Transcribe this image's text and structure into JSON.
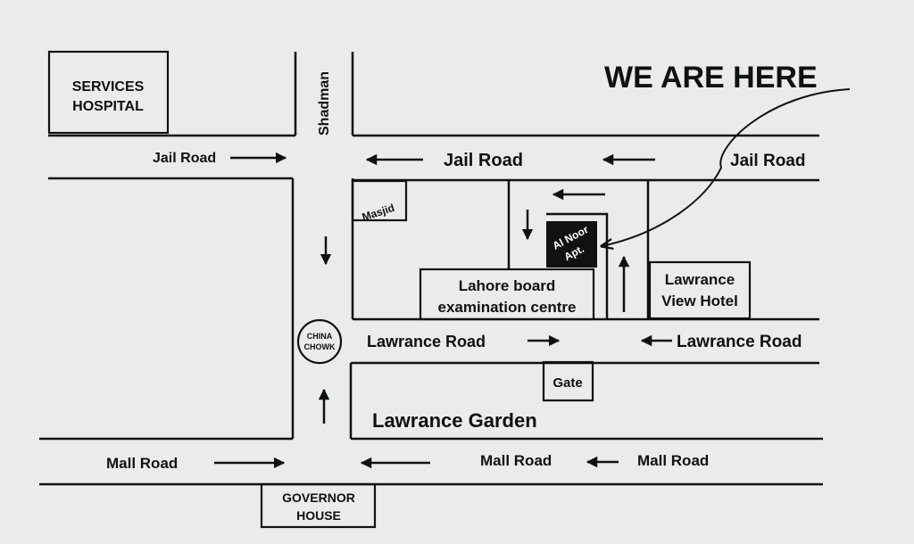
{
  "callout": {
    "text": "WE ARE HERE"
  },
  "roads": {
    "shadman": "Shadman",
    "jail_road": "Jail Road",
    "lawrance_road": "Lawrance Road",
    "mall_road": "Mall Road"
  },
  "landmarks": {
    "services_hospital": [
      "SERVICES",
      "HOSPITAL"
    ],
    "masjid": "Masjid",
    "al_noor": [
      "Al Noor",
      "Apt."
    ],
    "lahore_board": [
      "Lahore board",
      "examination centre"
    ],
    "lawrance_view_hotel": [
      "Lawrance",
      "View Hotel"
    ],
    "china_chowk": [
      "CHINA",
      "CHOWK"
    ],
    "gate": "Gate",
    "lawrance_garden": "Lawrance Garden",
    "governor_house": [
      "GOVERNOR",
      "HOUSE"
    ]
  },
  "colors": {
    "background": "#e9ecea",
    "ink": "#111111",
    "highlight_box": "#111111",
    "highlight_text": "#ffffff"
  }
}
